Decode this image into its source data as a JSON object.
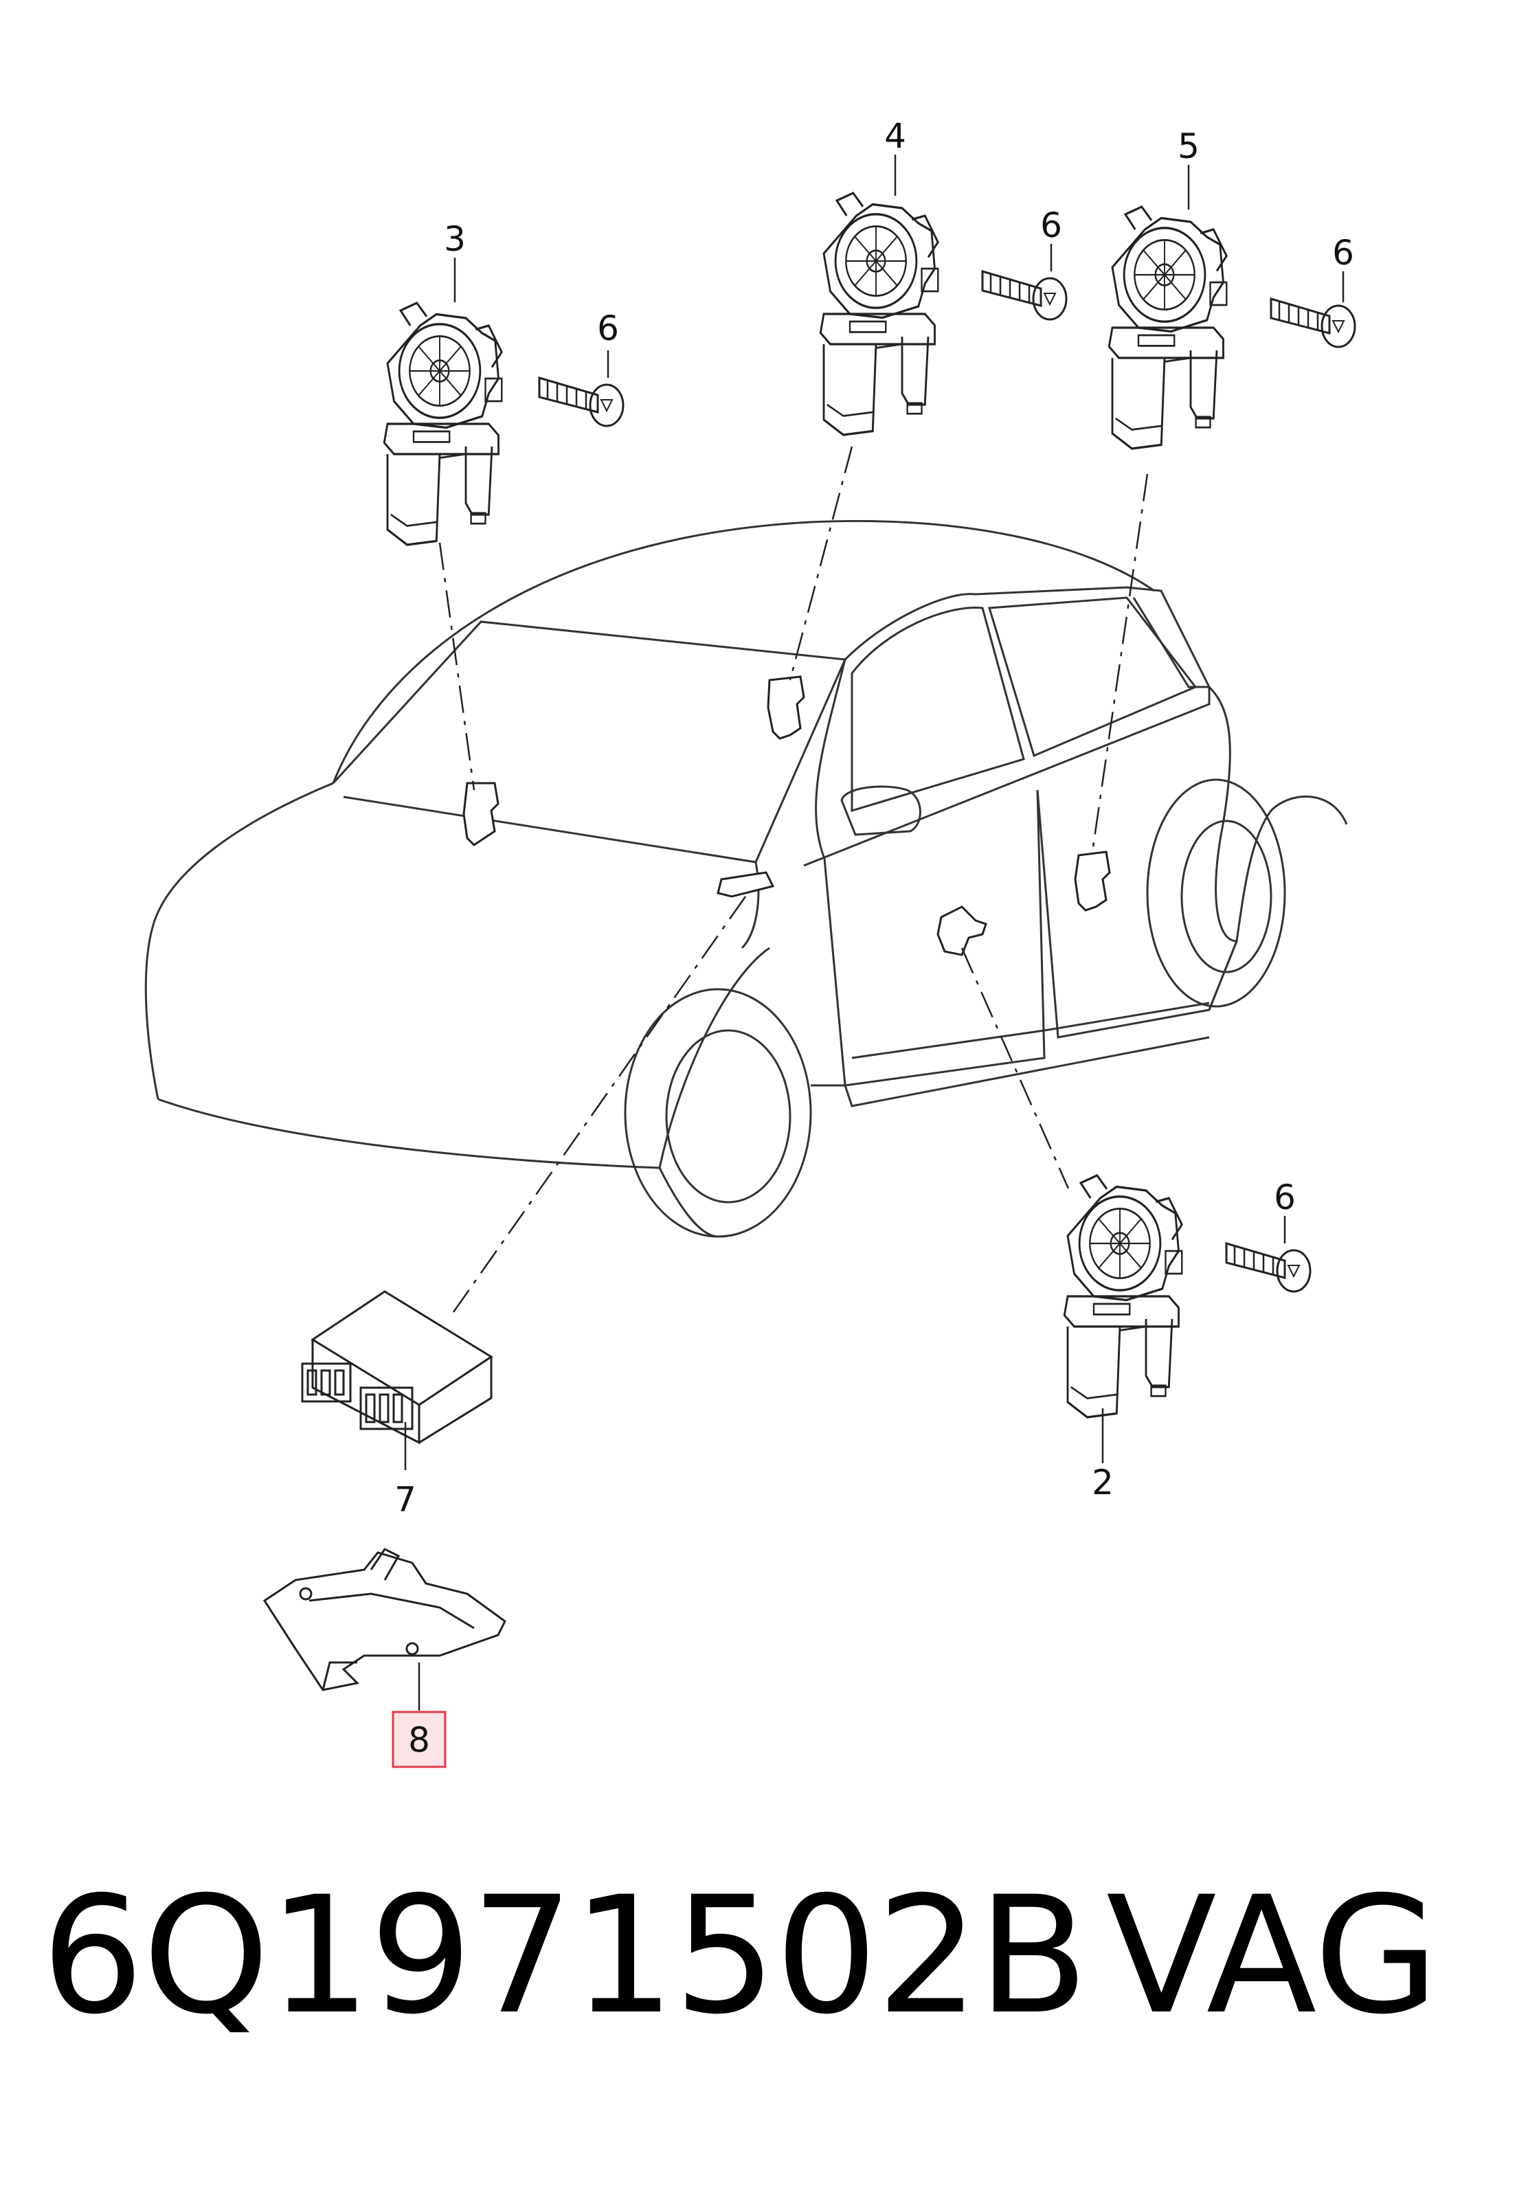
{
  "diagram": {
    "callouts": {
      "motor_front_left": "3",
      "motor_rear_left": "4",
      "motor_rear_right": "5",
      "motor_front_right": "2",
      "screw_a": "6",
      "screw_b": "6",
      "screw_c": "6",
      "screw_d": "6",
      "control_unit": "7",
      "bracket": "8"
    },
    "highlight_color": "#e23b4a",
    "highlight_fill": "#fbe3e6"
  },
  "footer": {
    "part_number": "6Q1971502B",
    "brand": "VAG"
  }
}
